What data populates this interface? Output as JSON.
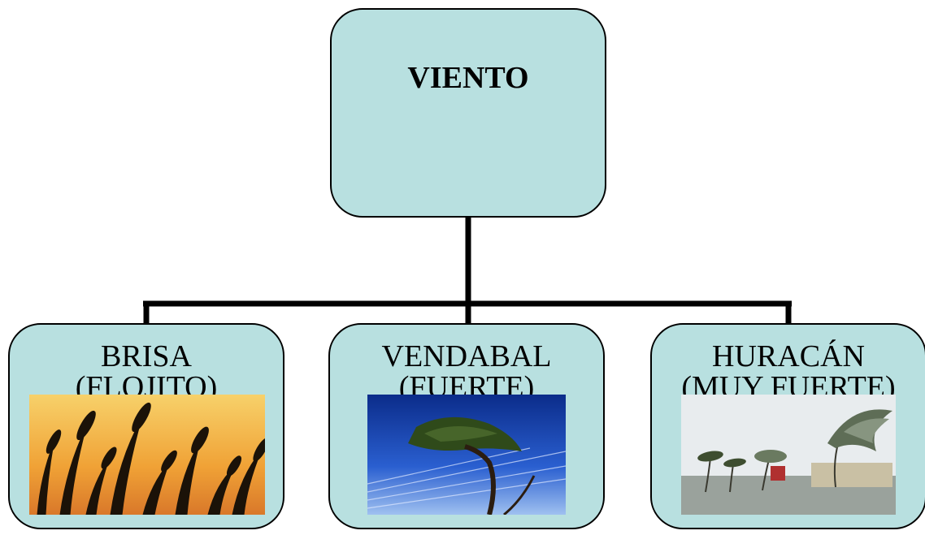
{
  "root": {
    "label": "VIENTO"
  },
  "children": [
    {
      "line1": "BRISA",
      "line2": "(FLOJITO)",
      "image": "reeds-silhouette-sunset-photo"
    },
    {
      "line1": "VENDABAL",
      "line2": "(FUERTE)",
      "image": "wind-bent-tree-photo"
    },
    {
      "line1": "HURACÁN",
      "line2": "(MUY FUERTE)",
      "image": "hurricane-street-photo"
    }
  ],
  "colors": {
    "box_fill": "#b8e0e0",
    "border": "#000000",
    "connector": "#000000"
  }
}
